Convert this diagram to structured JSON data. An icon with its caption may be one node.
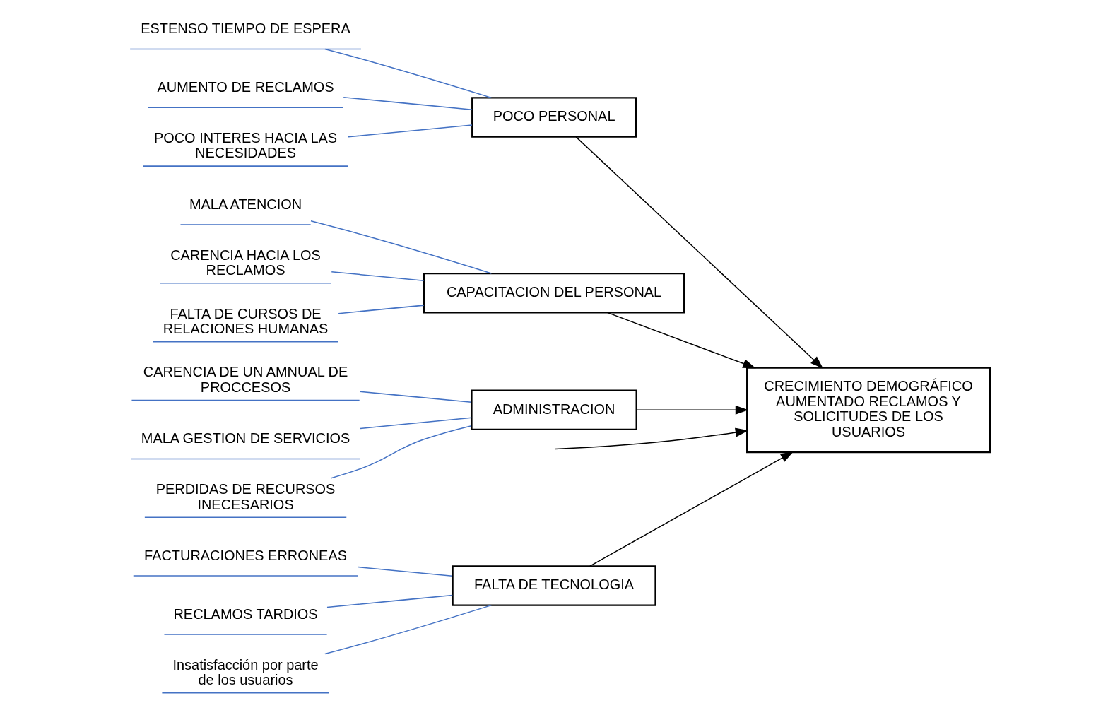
{
  "diagram": {
    "nodes": [
      {
        "text": [
          "FALTA DE TECNOLOGIA"
        ]
      },
      {
        "text": [
          "FACTURACIONES ERRONEAS"
        ]
      },
      {
        "text": [
          "RECLAMOS TARDIOS"
        ]
      },
      {
        "text": [
          "Insatisfacción por parte de los usuarios"
        ]
      },
      {
        "text": [
          "POCO PERSONAL"
        ]
      },
      {
        "text": [
          "ESTENSO TIEMPO DE ESPERA"
        ]
      },
      {
        "text": [
          "AUMENTO DE RECLAMOS"
        ]
      },
      {
        "text": [
          "POCO INTERES HACIA LAS NECESIDADES"
        ]
      },
      {
        "text": [
          "CRECIMIENTO DEMOGRÁFICO AUMENTADO RECLAMOS Y SOLICITUDES DE LOS USUARIOS"
        ]
      },
      {
        "text": [
          "MALA ATENCION"
        ]
      },
      {
        "text": [
          "CARENCIA HACIA LOS RECLAMOS"
        ]
      },
      {
        "text": [
          "FALTA DE CURSOS DE RELACIONES HUMANAS"
        ]
      },
      {
        "text": [
          "CARENCIA DE UN AMNUAL DE PROCCESOS"
        ]
      },
      {
        "text": [
          "MALA GESTION DE SERVICIOS"
        ]
      },
      {
        "text": [
          "PERDIDAS DE RECURSOS INECESARIOS"
        ]
      },
      {
        "text": [
          "CAPACITACION DEL PERSONAL"
        ]
      },
      {
        "text": [
          "ADMINISTRACION"
        ]
      }
    ],
    "edges": [
      {
        "from": null,
        "to": 8,
        "arrow": "to",
        "color": "#000000"
      },
      {
        "from": 0,
        "to": 8,
        "arrow": "to",
        "color": "#000000"
      },
      {
        "from": 4,
        "to": 8,
        "arrow": "to",
        "color": "#000000"
      },
      {
        "from": 15,
        "to": 8,
        "arrow": "to",
        "color": "#000000"
      },
      {
        "from": 16,
        "to": 8,
        "arrow": "to",
        "color": "#000000"
      },
      {
        "from": 1,
        "to": 0,
        "arrow": "none"
      },
      {
        "from": 2,
        "to": 0,
        "arrow": "none"
      },
      {
        "from": 3,
        "to": 0,
        "arrow": "none"
      },
      {
        "from": 5,
        "to": 4,
        "arrow": "none"
      },
      {
        "from": 6,
        "to": 4,
        "arrow": "none"
      },
      {
        "from": 7,
        "to": 4,
        "arrow": "none"
      },
      {
        "from": 9,
        "to": 15,
        "arrow": "none"
      },
      {
        "from": 10,
        "to": 15,
        "arrow": "none"
      },
      {
        "from": 11,
        "to": 15,
        "arrow": "none"
      },
      {
        "from": 12,
        "to": 16,
        "arrow": "none"
      },
      {
        "from": 13,
        "to": 16,
        "arrow": "none"
      },
      {
        "from": 14,
        "to": 16,
        "arrow": "none"
      }
    ]
  }
}
